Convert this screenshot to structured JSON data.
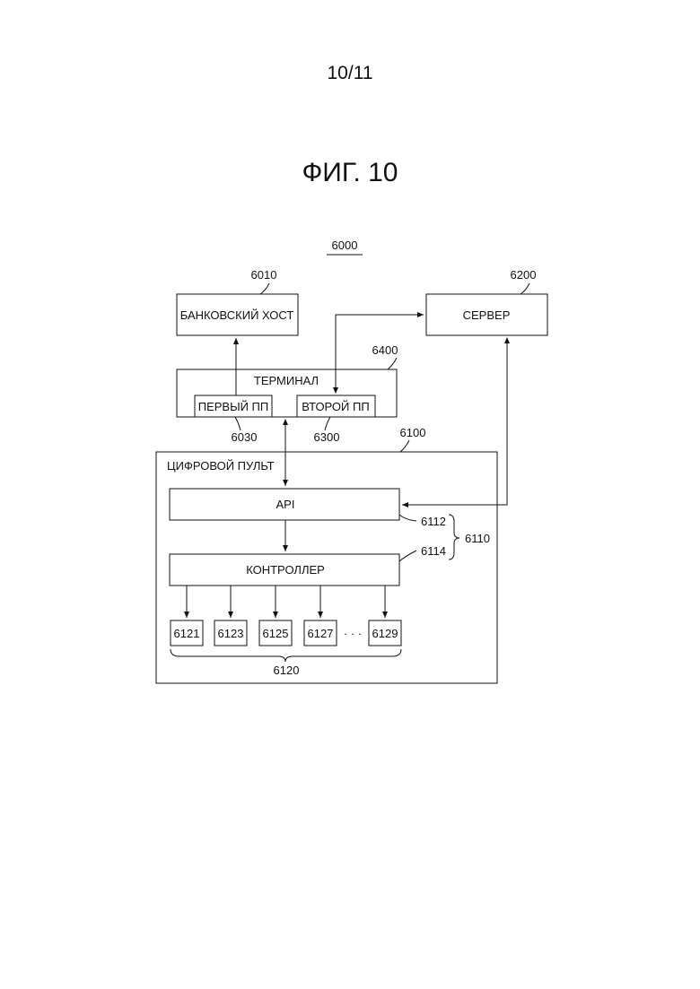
{
  "page_number": "10/11",
  "figure_title": "ФИГ. 10",
  "diagram": {
    "system_ref": "6000",
    "bank_host": {
      "label": "БАНКОВСКИЙ ХОСТ",
      "ref": "6010"
    },
    "server": {
      "label": "СЕРВЕР",
      "ref": "6200"
    },
    "terminal": {
      "label": "ТЕРМИНАЛ",
      "ref": "6400"
    },
    "first_pp": {
      "label": "ПЕРВЫЙ ПП",
      "ref": "6030"
    },
    "second_pp": {
      "label": "ВТОРОЙ ПП",
      "ref": "6300"
    },
    "digital_panel": {
      "label": "ЦИФРОВОЙ ПУЛЬТ",
      "ref": "6100"
    },
    "api": {
      "label": "API",
      "ref": "6112"
    },
    "controller": {
      "label": "КОНТРОЛЛЕР",
      "ref": "6114"
    },
    "api_controller_group_ref": "6110",
    "modules": [
      "6121",
      "6123",
      "6125",
      "6127",
      "6129"
    ],
    "ellipsis": "· · ·",
    "modules_group_ref": "6120"
  }
}
